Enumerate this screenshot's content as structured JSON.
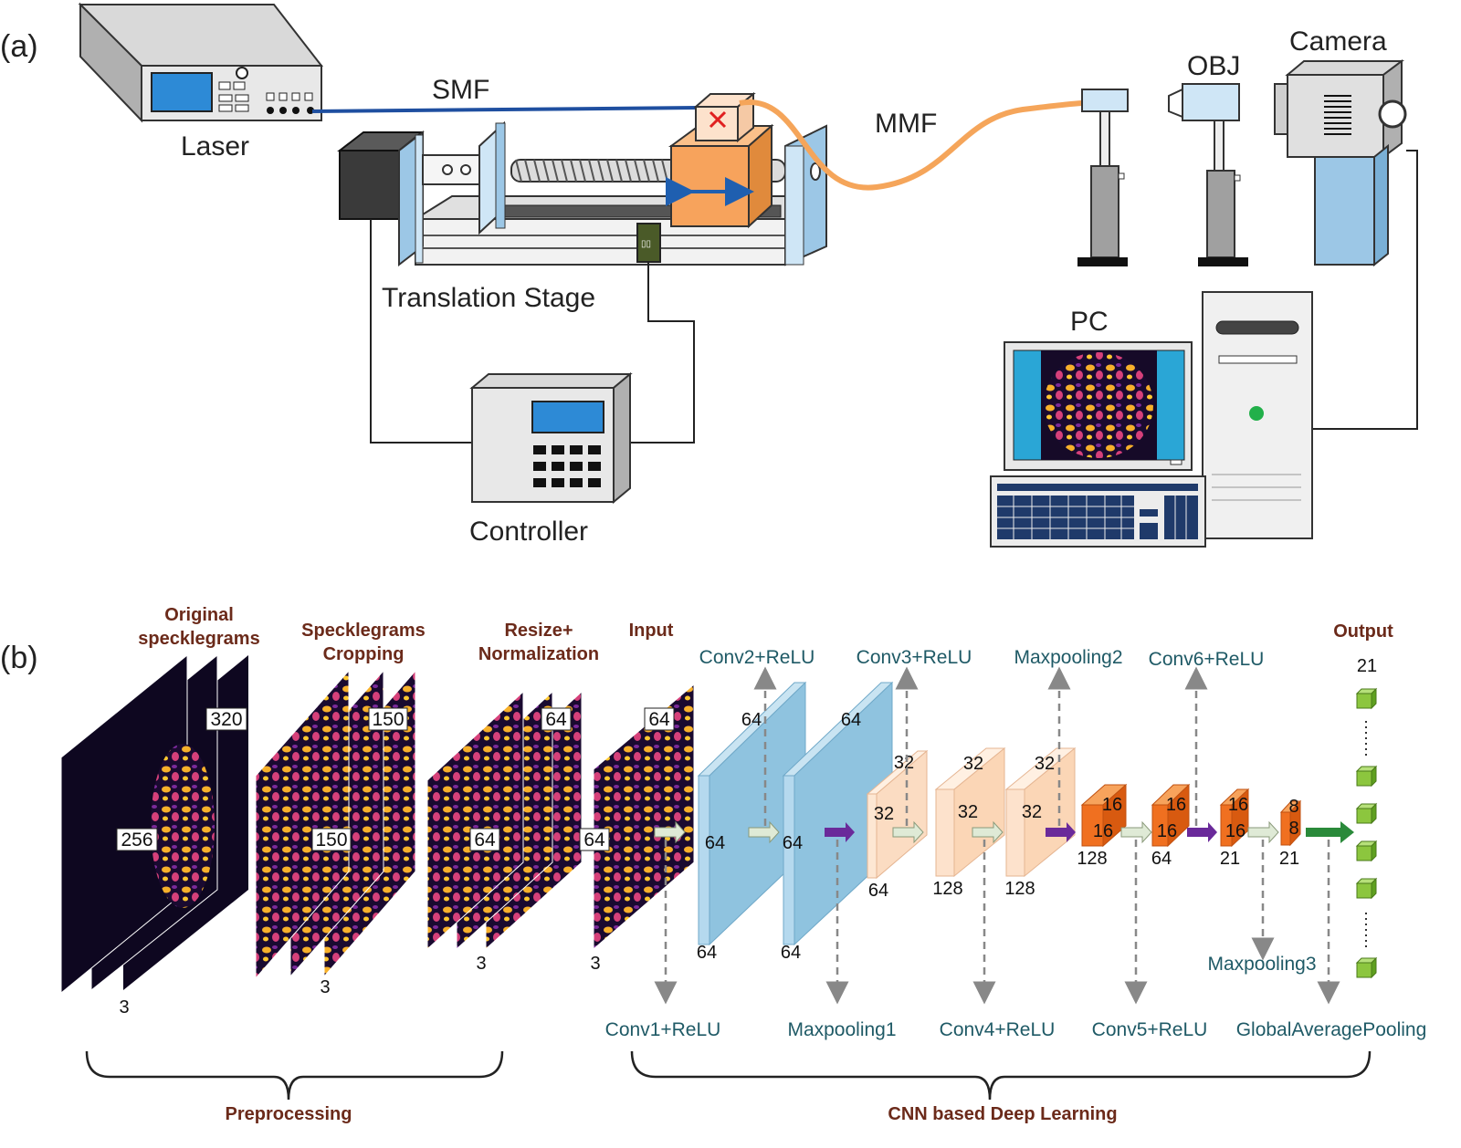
{
  "panel_a": {
    "label": "(a)",
    "laser": "Laser",
    "smf": "SMF",
    "mmf": "MMF",
    "obj": "OBJ",
    "camera": "Camera",
    "translation_stage": "Translation Stage",
    "controller": "Controller",
    "pc": "PC"
  },
  "panel_b": {
    "label": "(b)",
    "stages": {
      "original": [
        "Original",
        "specklegrams"
      ],
      "cropping": [
        "Specklegrams",
        "Cropping"
      ],
      "resize": [
        "Resize+",
        "Normalization"
      ],
      "input": "Input",
      "output": "Output"
    },
    "layers_top": {
      "conv2": "Conv2+ReLU",
      "conv3": "Conv3+ReLU",
      "maxpool2": "Maxpooling2",
      "conv6": "Conv6+ReLU"
    },
    "layers_bottom": {
      "conv1": "Conv1+ReLU",
      "maxpool1": "Maxpooling1",
      "conv4": "Conv4+ReLU",
      "conv5": "Conv5+ReLU",
      "gap": "GlobalAveragePooling",
      "maxpool3": "Maxpooling3"
    },
    "dims": {
      "orig_w": "320",
      "orig_h": "256",
      "orig_c": "3",
      "crop_w": "150",
      "crop_h": "150",
      "crop_c": "3",
      "res_w": "64",
      "res_h": "64",
      "res_c": "3",
      "in_w": "64",
      "in_h": "64",
      "in_c": "3",
      "c1_top": "64",
      "c1_mid": "64",
      "c1_bot": "64",
      "c2_top": "64",
      "c2_mid": "64",
      "c2_bot": "64",
      "m1_top": "32",
      "m1_mid": "32",
      "m1_bot": "64",
      "c4_top": "32",
      "c4_mid": "32",
      "c4_bot": "128",
      "c5_mid": "32",
      "c5_top": "32",
      "c5_bot": "128",
      "m2_top": "16",
      "m2_mid": "16",
      "m2_bot": "128",
      "c6_top": "16",
      "c6_mid": "16",
      "c6_bot": "64",
      "m3_top": "16",
      "m3_mid": "16",
      "m3_bot": "21",
      "g_top": "8",
      "g_mid": "8",
      "g_bot": "21",
      "out": "21"
    },
    "brackets": {
      "preprocessing": "Preprocessing",
      "cnn": "CNN based Deep Learning"
    }
  },
  "colors": {
    "fiber_smf": "#1f4fa0",
    "fiber_mmf": "#f5a55a",
    "stage_orange": "#f7a35c",
    "conv_blue": "#a7d2e8",
    "peach": "#fde2cc",
    "orange": "#f07020",
    "output_green": "#8cc63e",
    "teal_text": "#1f5a66",
    "brown_text": "#6b2a1a"
  }
}
